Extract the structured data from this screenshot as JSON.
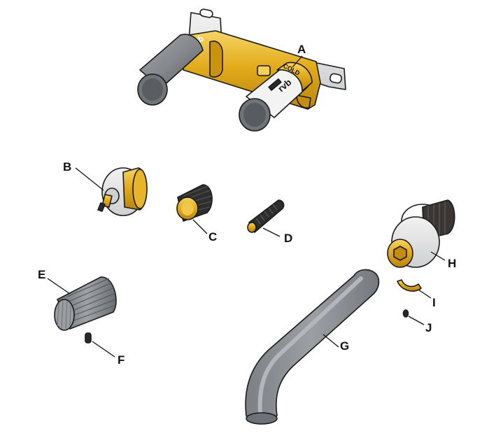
{
  "labels": {
    "A": "A",
    "B": "B",
    "C": "C",
    "D": "D",
    "E": "E",
    "F": "F",
    "G": "G",
    "H": "H",
    "I": "I",
    "J": "J"
  },
  "markings": {
    "brand": "rvb",
    "cold": "COLD"
  },
  "colors": {
    "brass": "#e3ac1c",
    "brass_dark": "#b9840e",
    "brass_light": "#f4cf5a",
    "grey": "#8a8d93",
    "grey_dark": "#4d5054",
    "grey_light": "#c5c7cb",
    "black": "#2a2a2a",
    "outline": "#1a1a1a"
  }
}
